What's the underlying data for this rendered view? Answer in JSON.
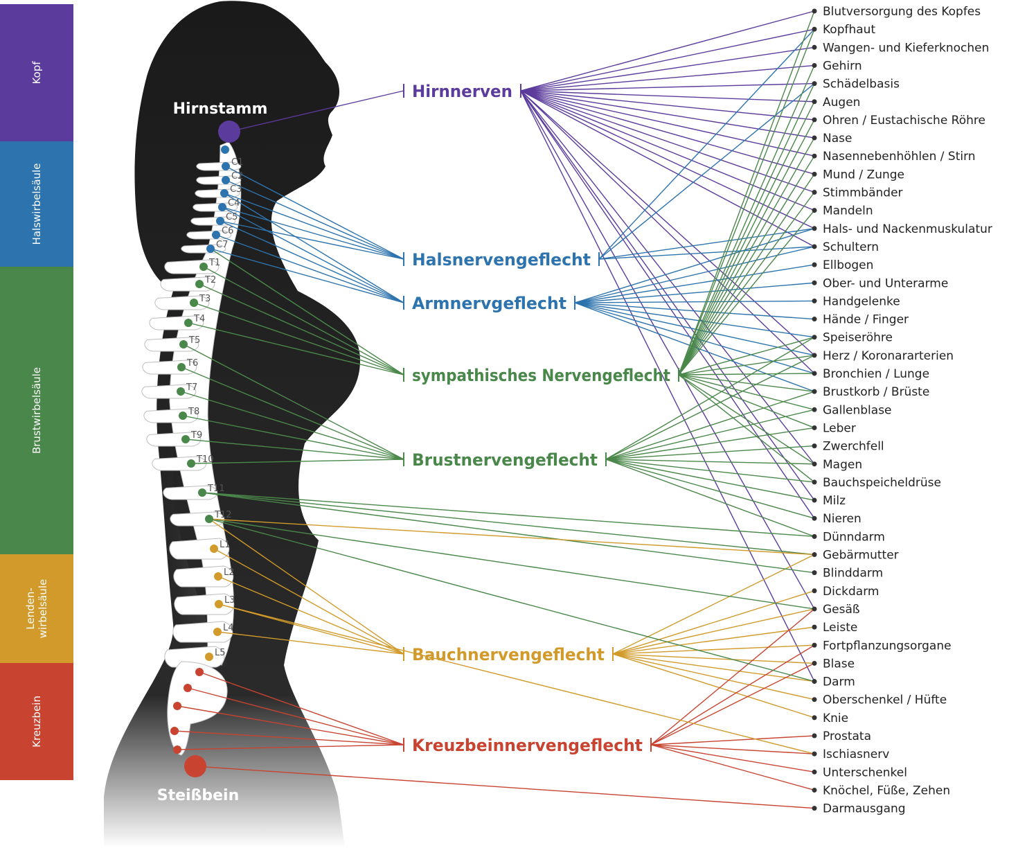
{
  "colors": {
    "kopf": "#5b3c9c",
    "hals": "#2d73ad",
    "brust": "#4a874a",
    "lenden": "#d19a2a",
    "kreuz": "#c84431",
    "silhouette": "#222222",
    "bone": "#ffffff"
  },
  "sidebar": [
    {
      "id": "kopf",
      "lines": [
        "Kopf"
      ],
      "color": "#5b3c9c"
    },
    {
      "id": "hals",
      "lines": [
        "Halswirbelsäule"
      ],
      "color": "#2d73ad"
    },
    {
      "id": "brust",
      "lines": [
        "Brustwirbelsäule"
      ],
      "color": "#4a874a"
    },
    {
      "id": "lenden",
      "lines": [
        "Lenden-",
        "wirbelsäule"
      ],
      "color": "#d19a2a"
    },
    {
      "id": "kreuz",
      "lines": [
        "Kreuzbein"
      ],
      "color": "#c84431"
    }
  ],
  "body_labels": {
    "top": "Hirnstamm",
    "bottom": "Steißbein"
  },
  "vertebra_labels": [
    "C1",
    "C2",
    "C3",
    "C4",
    "C5",
    "C6",
    "C7",
    "T1",
    "T2",
    "T3",
    "T4",
    "T5",
    "T6",
    "T7",
    "T8",
    "T9",
    "T10",
    "T11",
    "T12",
    "L1",
    "L2",
    "L3",
    "L4",
    "L5"
  ],
  "plexuses": [
    {
      "id": "hirn",
      "label": "Hirnnerven",
      "color": "#5b3c9c"
    },
    {
      "id": "hals",
      "label": "Halsnervengeflecht",
      "color": "#2d73ad"
    },
    {
      "id": "arm",
      "label": "Armnervgeflecht",
      "color": "#2d73ad"
    },
    {
      "id": "symp",
      "label": "sympathisches Nervengeflecht",
      "color": "#4a874a"
    },
    {
      "id": "brust",
      "label": "Brustnervengeflecht",
      "color": "#4a874a"
    },
    {
      "id": "bauch",
      "label": "Bauchnervengeflecht",
      "color": "#d19a2a"
    },
    {
      "id": "kreuz",
      "label": "Kreuzbeinnervengeflecht",
      "color": "#c84431"
    }
  ],
  "organs": [
    "Blutversorgung des Kopfes",
    "Kopfhaut",
    "Wangen- und Kieferknochen",
    "Gehirn",
    "Schädelbasis",
    "Augen",
    "Ohren / Eustachische Röhre",
    "Nase",
    "Nasennebenhöhlen / Stirn",
    "Mund / Zunge",
    "Stimmbänder",
    "Mandeln",
    "Hals- und Nackenmuskulatur",
    "Schultern",
    "Ellbogen",
    "Ober- und Unterarme",
    "Handgelenke",
    "Hände / Finger",
    "Speiseröhre",
    "Herz / Koronararterien",
    "Bronchien / Lunge",
    "Brustkorb / Brüste",
    "Gallenblase",
    "Leber",
    "Zwerchfell",
    "Magen",
    "Bauchspeicheldrüse",
    "Milz",
    "Nieren",
    "Dünndarm",
    "Gebärmutter",
    "Blinddarm",
    "Dickdarm",
    "Gesäß",
    "Leiste",
    "Fortpflanzungsorgane",
    "Blase",
    "Darm",
    "Oberschenkel / Hüfte",
    "Knie",
    "Prostata",
    "Ischiasnerv",
    "Unterschenkel",
    "Knöchel, Füße, Zehen",
    "Darmausgang"
  ],
  "connections": {
    "hirn": {
      "sources": [
        "brainstem"
      ],
      "targets": [
        0,
        1,
        2,
        3,
        4,
        5,
        6,
        7,
        8,
        9,
        10,
        11,
        12,
        13,
        19,
        20,
        25,
        27,
        28,
        33,
        37
      ]
    },
    "hals": {
      "sources": [
        1,
        2,
        3,
        4,
        5
      ],
      "targets": [
        1,
        4,
        12,
        13
      ]
    },
    "arm": {
      "sources": [
        3,
        4,
        5,
        6,
        7
      ],
      "targets": [
        12,
        13,
        14,
        15,
        16,
        17,
        18,
        19,
        20,
        21
      ]
    },
    "symp": {
      "sources": [
        7,
        8,
        9,
        10,
        11
      ],
      "targets": [
        0,
        1,
        3,
        4,
        5,
        6,
        7,
        8,
        9,
        10,
        11,
        18,
        19,
        20,
        21,
        22,
        23,
        25,
        26
      ]
    },
    "brust": {
      "sources": [
        12,
        13,
        14,
        15,
        16,
        17
      ],
      "targets": [
        18,
        19,
        21,
        22,
        23,
        24,
        25,
        26,
        27,
        28,
        29
      ]
    },
    "direct_green": [
      [
        18,
        29
      ],
      [
        18,
        30
      ],
      [
        18,
        31
      ],
      [
        19,
        37
      ],
      [
        19,
        33
      ]
    ],
    "bauch": {
      "sources": [
        19,
        20,
        21,
        22,
        23
      ],
      "targets": [
        30,
        32,
        33,
        34,
        35,
        36,
        37,
        38,
        39
      ]
    },
    "direct_orange": [
      [
        19,
        30
      ],
      [
        22,
        41
      ]
    ],
    "kreuz": {
      "sources": [
        "s1",
        "s2",
        "s3",
        "s4",
        "s5"
      ],
      "targets": [
        33,
        35,
        36,
        40,
        41,
        42,
        43
      ]
    },
    "direct_red": [
      [
        "coccyx",
        44
      ]
    ]
  }
}
